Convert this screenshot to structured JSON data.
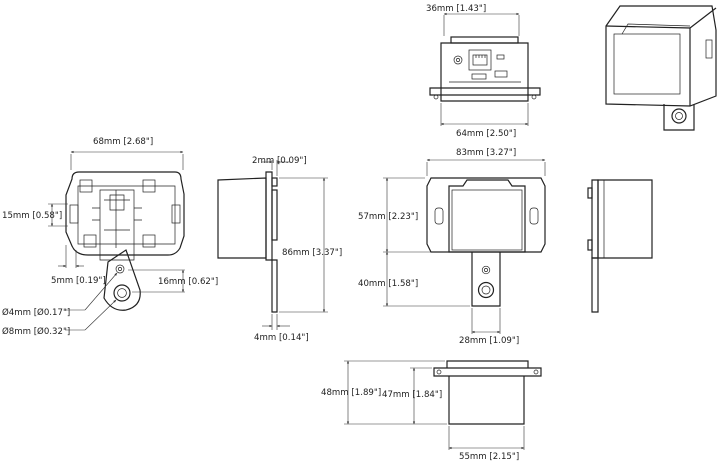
{
  "dimensions": {
    "top_width_36": "36mm [1.43\"]",
    "top_width_64": "64mm [2.50\"]",
    "back_width_68": "68mm [2.68\"]",
    "back_height_15": "15mm [0.58\"]",
    "back_offset_5": "5mm [0.19\"]",
    "back_tab_16": "16mm [0.62\"]",
    "hole_4": "Ø4mm [Ø0.17\"]",
    "hole_8": "Ø8mm [Ø0.32\"]",
    "side_top_2": "2mm [0.09\"]",
    "side_height_86": "86mm [3.37\"]",
    "side_bottom_4": "4mm [0.14\"]",
    "front_width_83": "83mm [3.27\"]",
    "front_height_57": "57mm [2.23\"]",
    "front_tab_40": "40mm [1.58\"]",
    "front_tab_width_28": "28mm [1.09\"]",
    "bottom_height_48": "48mm [1.89\"]",
    "bottom_height_47": "47mm [1.84\"]",
    "bottom_width_55": "55mm [2.15\"]"
  },
  "colors": {
    "line": "#222222",
    "background": "#ffffff"
  }
}
